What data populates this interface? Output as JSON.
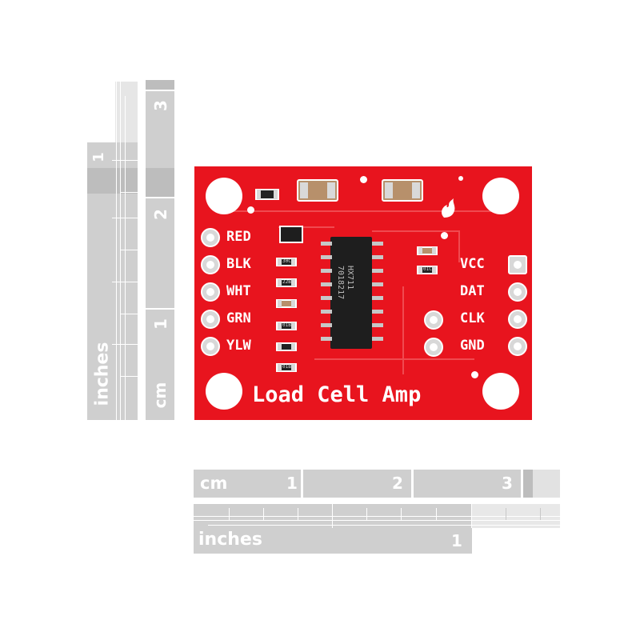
{
  "ruler_vertical": {
    "inches_label": "inches",
    "inches_mark": "1",
    "cm_label": "cm",
    "cm_marks": [
      "1",
      "2",
      "3"
    ]
  },
  "ruler_horizontal": {
    "cm_label": "cm",
    "cm_marks": [
      "1",
      "2",
      "3"
    ],
    "inches_label": "inches",
    "inches_mark": "1"
  },
  "board": {
    "title": "Load Cell Amp",
    "left_pins": [
      "RED",
      "BLK",
      "WHT",
      "GRN",
      "YLW"
    ],
    "right_pins": [
      "VCC",
      "DAT",
      "CLK",
      "GND"
    ],
    "chip_text": [
      "HX711",
      "7018217"
    ],
    "resistor_labels": [
      "",
      "30C",
      "22B",
      "",
      "01B",
      "01B"
    ],
    "small_label": "01C",
    "colors": {
      "pcb": "#e8141e",
      "silkscreen": "#ffffff",
      "ruler": "#cfcfcf"
    }
  }
}
